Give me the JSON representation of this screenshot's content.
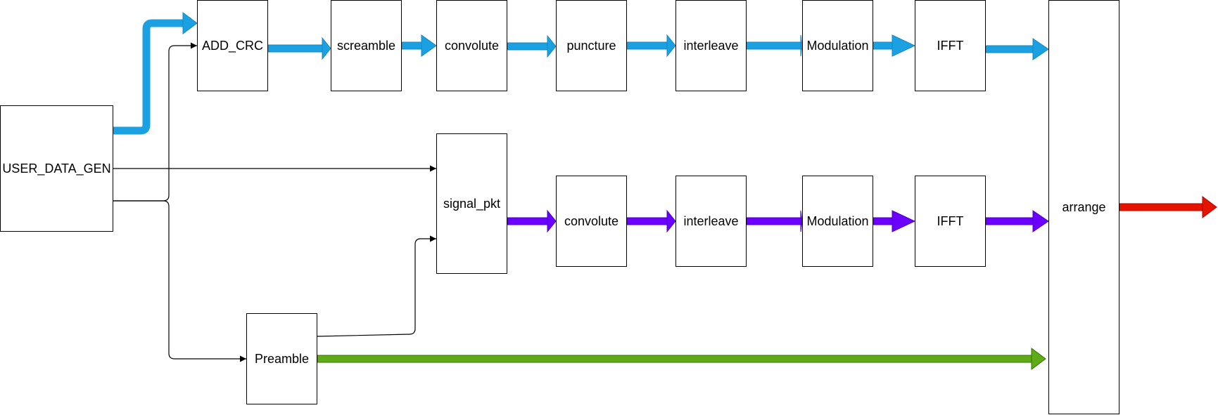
{
  "diagram": {
    "blocks": {
      "user_data_gen": "USER_DATA_GEN",
      "add_crc": "ADD_CRC",
      "screamble": "screamble",
      "convolute_top": "convolute",
      "puncture": "puncture",
      "interleave_top": "interleave",
      "modulation_top": "Modulation",
      "ifft_top": "IFFT",
      "signal_pkt": "signal_pkt",
      "convolute_mid": "convolute",
      "interleave_mid": "interleave",
      "modulation_mid": "Modulation",
      "ifft_mid": "IFFT",
      "preamble": "Preamble",
      "arrange": "arrange"
    },
    "colors": {
      "data_path": "#1ba1e2",
      "signal_path": "#6a00ff",
      "preamble_path": "#60a917",
      "output": "#e51400",
      "control_line": "#000000",
      "block_border": "#000000"
    }
  }
}
